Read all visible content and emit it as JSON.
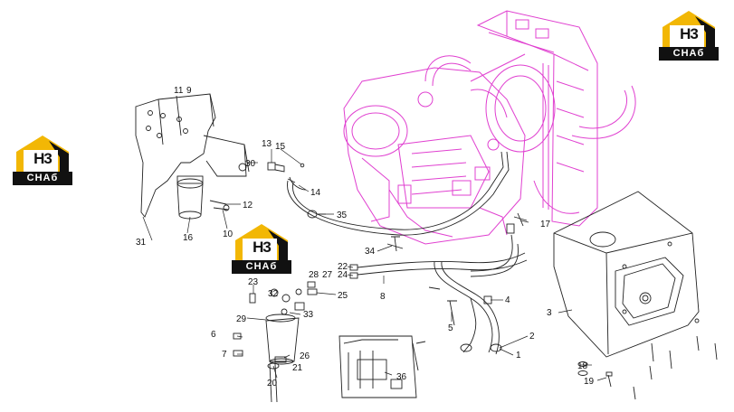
{
  "logo": {
    "mark": "H3",
    "text": "CHAб"
  },
  "callouts": [
    "1",
    "2",
    "3",
    "4",
    "5",
    "6",
    "7",
    "8",
    "9",
    "10",
    "11",
    "12",
    "13",
    "14",
    "15",
    "16",
    "17",
    "18",
    "19",
    "20",
    "21",
    "22",
    "23",
    "24",
    "25",
    "26",
    "27",
    "28",
    "29",
    "30",
    "31",
    "32",
    "33",
    "34",
    "35",
    "36"
  ],
  "colors": {
    "engine": "#e040d0",
    "line": "#222222",
    "logo_yellow": "#f2b705",
    "logo_dark": "#111111"
  }
}
